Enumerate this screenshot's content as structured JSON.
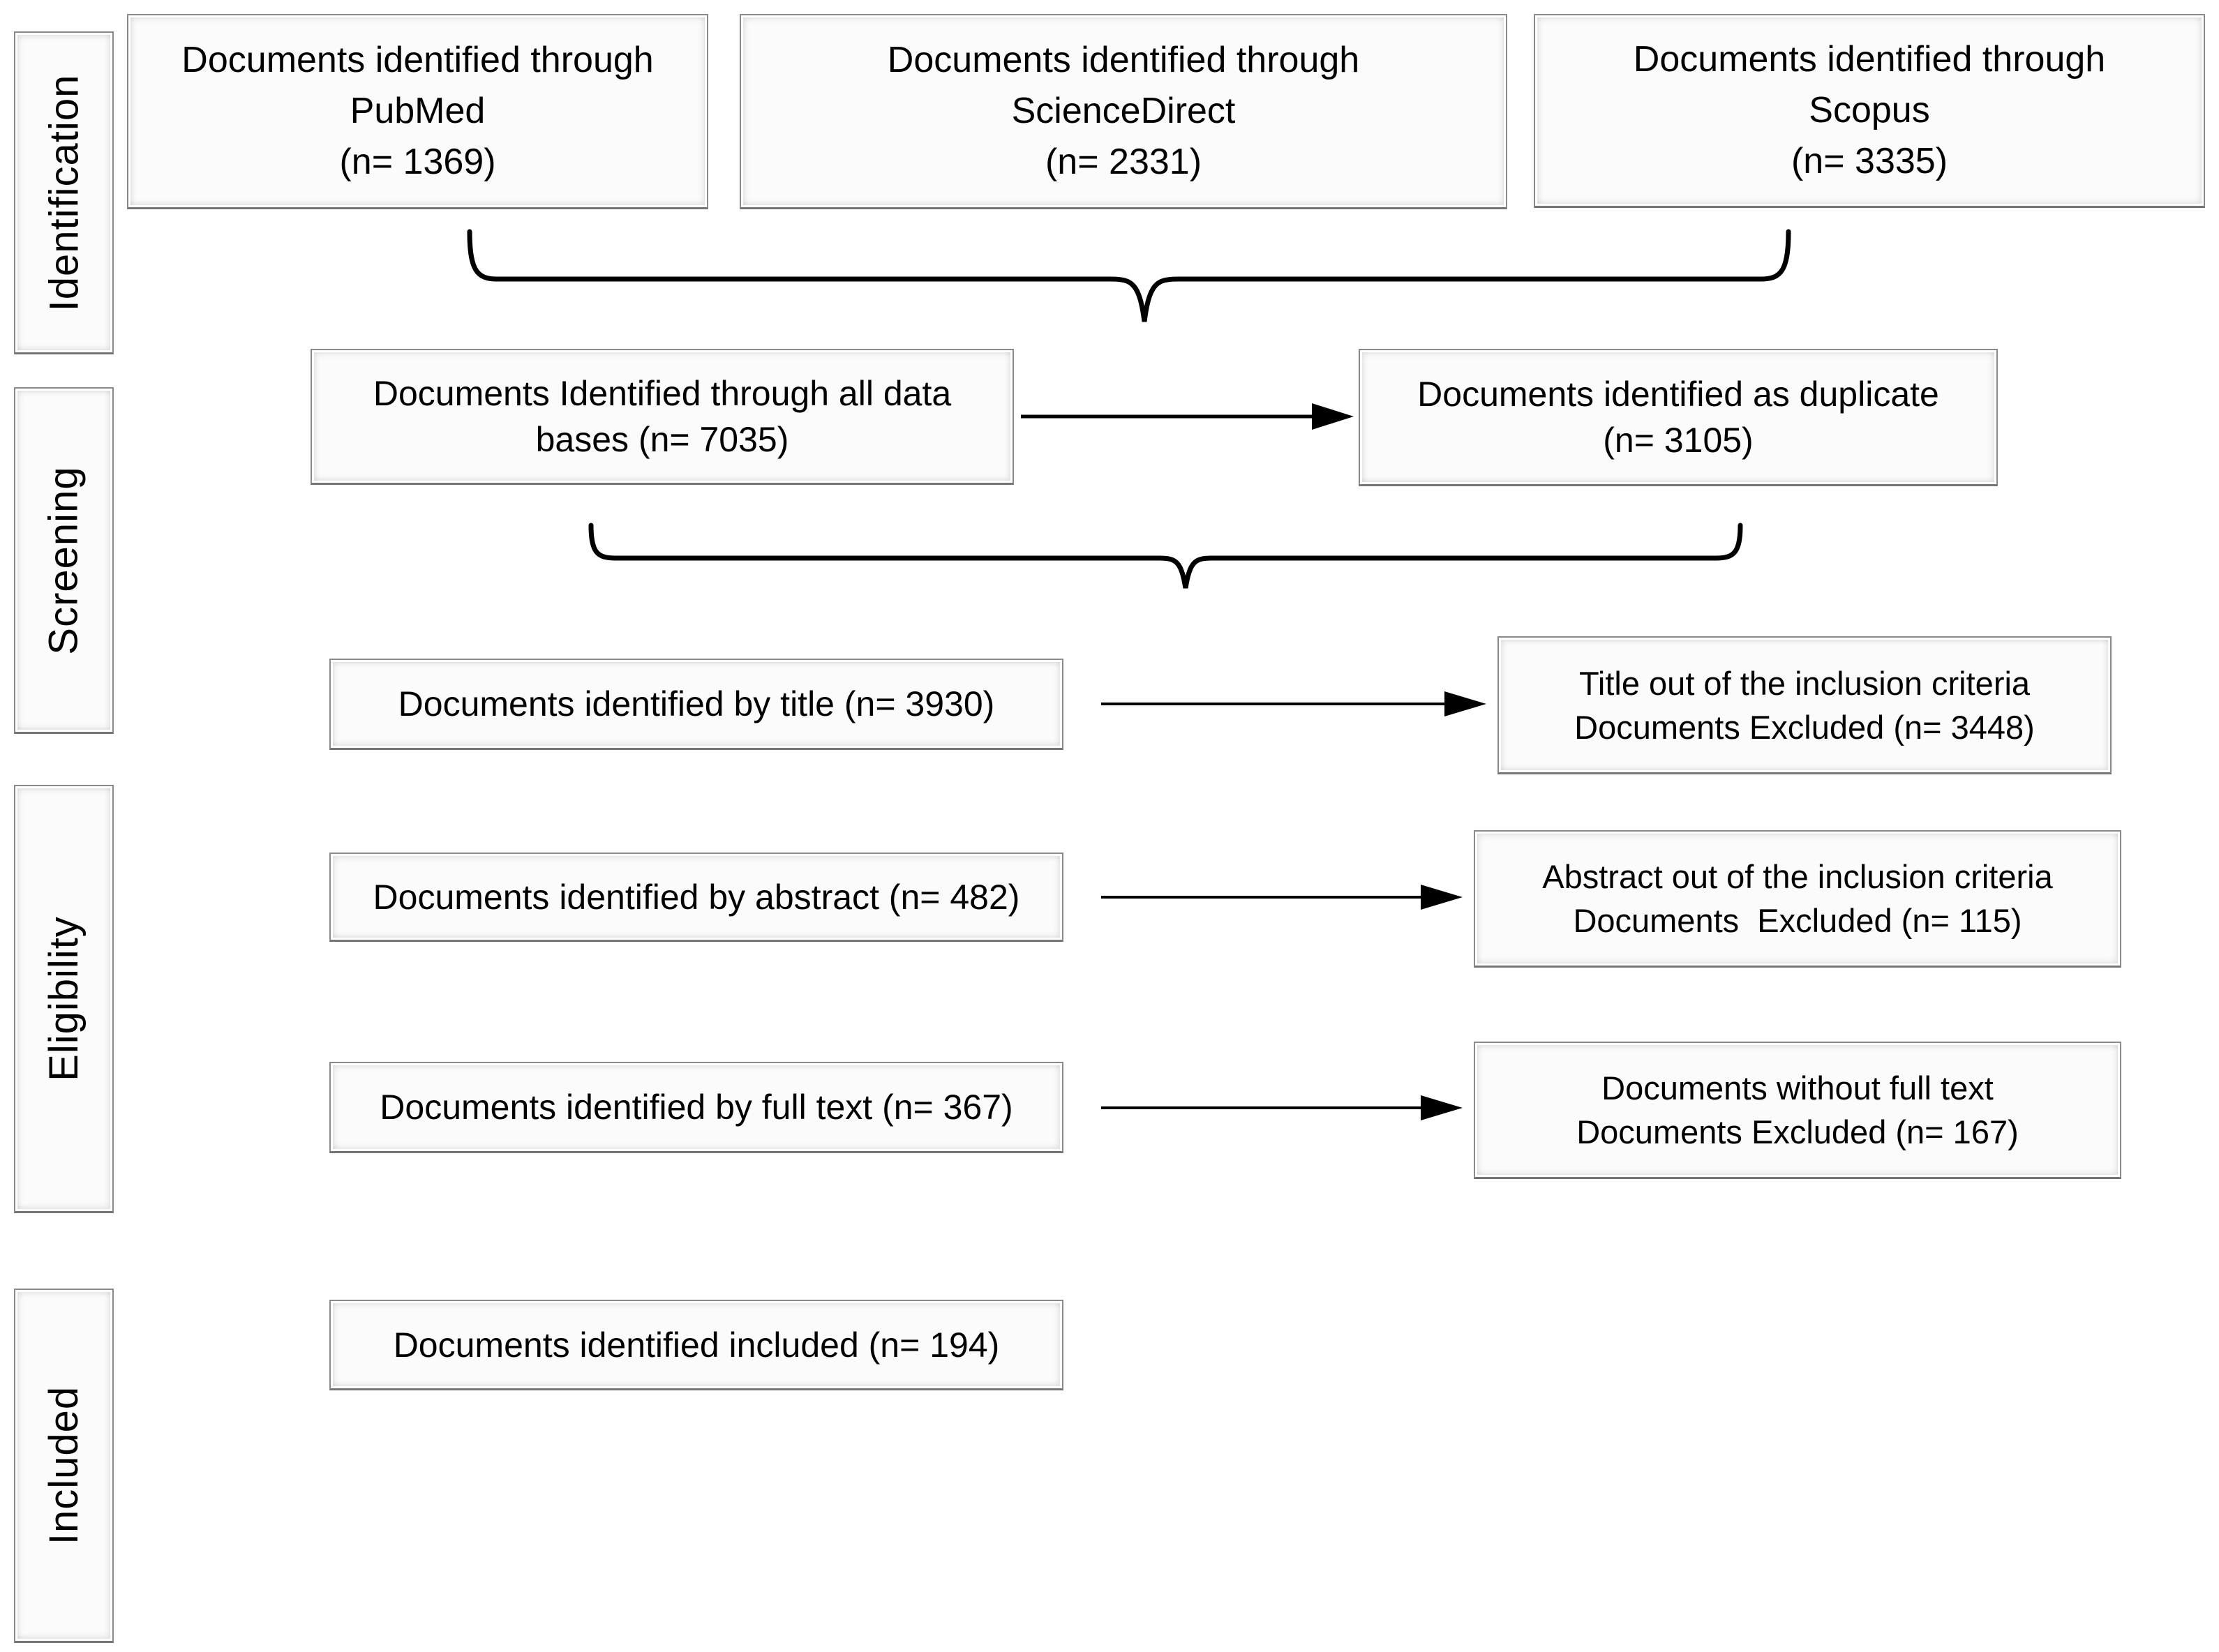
{
  "page": {
    "background": "#ffffff",
    "box_fill": "#fbfbfb",
    "box_border": "#8a8a8a",
    "text_color": "#000000",
    "connector_color": "#000000"
  },
  "sidebar": {
    "stages": [
      {
        "label": "Identification"
      },
      {
        "label": "Screening"
      },
      {
        "label": "Eligibility"
      },
      {
        "label": "Included"
      }
    ]
  },
  "identification": {
    "sources": [
      {
        "line1": "Documents identified through",
        "line2": "PubMed",
        "line3": "(n= 1369)"
      },
      {
        "line1": "Documents identified through",
        "line2": "ScienceDirect",
        "line3": "(n= 2331)"
      },
      {
        "line1": "Documents identified through",
        "line2": "Scopus",
        "line3": "(n= 3335)"
      }
    ],
    "all_databases": {
      "line1": "Documents Identified through all data",
      "line2": "bases (n= 7035)"
    },
    "duplicates": {
      "line1": "Documents identified as duplicate",
      "line2": "(n= 3105)"
    }
  },
  "screening": {
    "by_title": {
      "label": "Documents identified by title (n= 3930)"
    },
    "title_excluded": {
      "line1": "Title out of the inclusion criteria",
      "line2": "Documents Excluded (n= 3448)"
    }
  },
  "eligibility": {
    "by_abstract": {
      "label": "Documents identified by abstract (n= 482)"
    },
    "abstract_excluded": {
      "line1": "Abstract out of the inclusion criteria",
      "line2": "Documents  Excluded (n= 115)"
    },
    "by_fulltext": {
      "label": "Documents identified by full text (n= 367)"
    },
    "fulltext_excluded": {
      "line1": "Documents without full text",
      "line2": "Documents Excluded (n= 167)"
    }
  },
  "included": {
    "final": {
      "label": "Documents identified included (n= 194)"
    }
  }
}
